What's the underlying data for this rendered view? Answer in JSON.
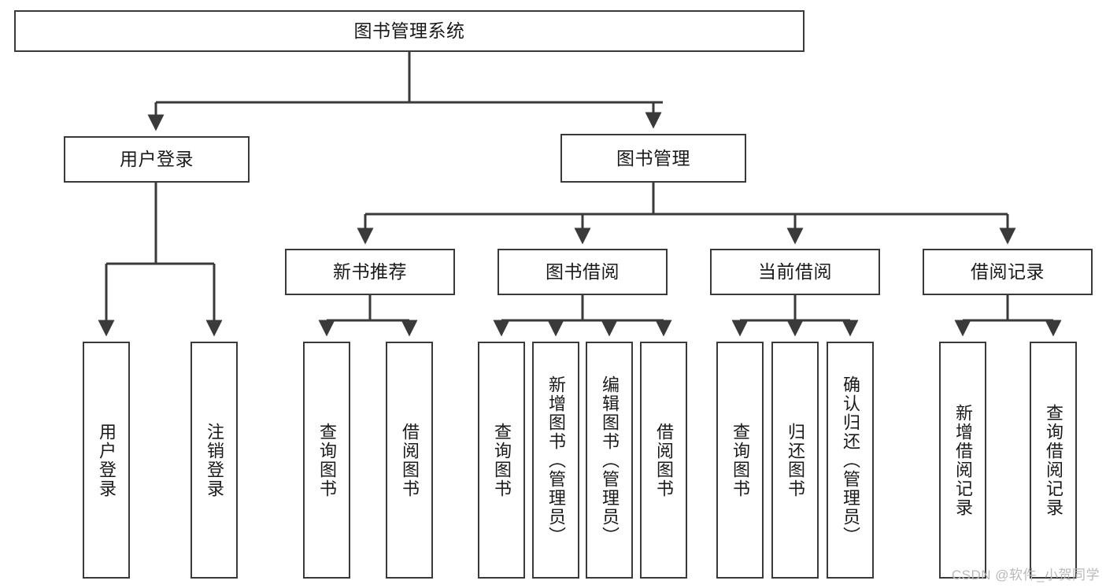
{
  "diagram": {
    "title": "图书管理系统",
    "watermark": "CSDN @软件_小贺同学",
    "colors": {
      "border": "#3a3a3a",
      "background": "#ffffff",
      "text": "#1a1a1a",
      "edge": "#3a3a3a",
      "watermark": "#b9b9b9"
    },
    "nodes": {
      "root": {
        "label": "图书管理系统"
      },
      "level2": [
        {
          "id": "user-login",
          "label": "用户登录"
        },
        {
          "id": "book-management",
          "label": "图书管理"
        }
      ],
      "level3": [
        {
          "id": "new-book-recommend",
          "label": "新书推荐"
        },
        {
          "id": "book-borrow",
          "label": "图书借阅"
        },
        {
          "id": "current-borrow",
          "label": "当前借阅"
        },
        {
          "id": "borrow-record",
          "label": "借阅记录"
        }
      ],
      "leaves": {
        "user_login": [
          {
            "id": "leaf-user-login",
            "label": "用户登录"
          },
          {
            "id": "leaf-logout",
            "label": "注销登录"
          }
        ],
        "new_book_recommend": [
          {
            "id": "leaf-query-book-1",
            "label": "查询图书"
          },
          {
            "id": "leaf-borrow-book-1",
            "label": "借阅图书"
          }
        ],
        "book_borrow": [
          {
            "id": "leaf-query-book-2",
            "label": "查询图书"
          },
          {
            "id": "leaf-add-book",
            "label": "新增图书（管理员）"
          },
          {
            "id": "leaf-edit-book",
            "label": "编辑图书（管理员）"
          },
          {
            "id": "leaf-borrow-book-2",
            "label": "借阅图书"
          }
        ],
        "current_borrow": [
          {
            "id": "leaf-query-book-3",
            "label": "查询图书"
          },
          {
            "id": "leaf-return-book",
            "label": "归还图书"
          },
          {
            "id": "leaf-confirm-return",
            "label": "确认归还（管理员）"
          }
        ],
        "borrow_record": [
          {
            "id": "leaf-add-record",
            "label": "新增借阅记录"
          },
          {
            "id": "leaf-query-record",
            "label": "查询借阅记录"
          }
        ]
      }
    }
  }
}
